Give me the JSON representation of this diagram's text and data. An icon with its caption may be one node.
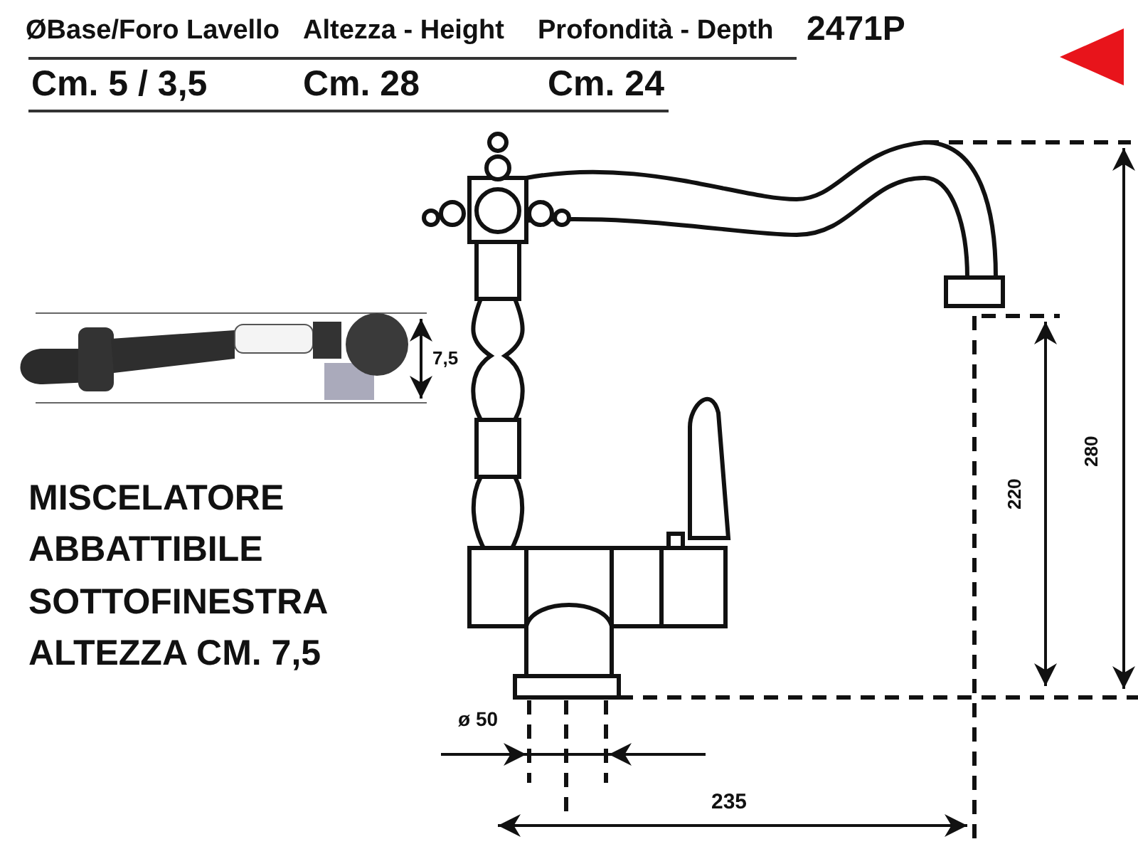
{
  "diagram": {
    "labels": [
      "ØBase/Foro Lavello",
      "Altezza - Height",
      "Profondità - Depth",
      "2471P",
      "Cm. 5 / 3,5",
      "Cm. 28",
      "Cm. 24",
      "7,5",
      "MISCELATORE ABBATTIBILE SOTTOFINESTRA ALTEZZA CM. 7,5",
      "220",
      "280",
      "ø 50",
      "235"
    ]
  }
}
